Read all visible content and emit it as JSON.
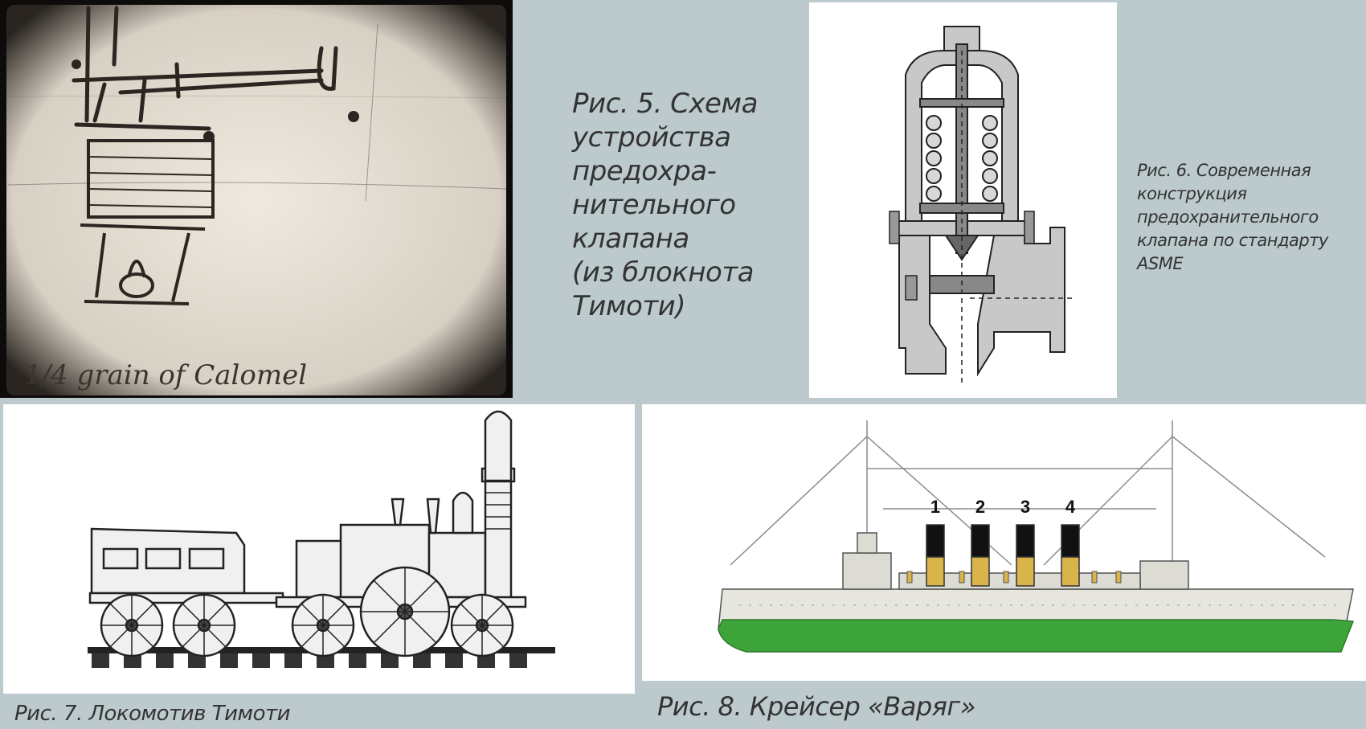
{
  "figures": {
    "fig5": {
      "caption_lines": [
        "Рис. 5. Схема",
        "устройства",
        "предохра-",
        "нительного",
        "клапана",
        "(из блокнота",
        "Тимоти)"
      ],
      "handwriting": "1/4 grain of Calomel"
    },
    "fig6": {
      "caption_lines": [
        "Рис. 6. Современная",
        "конструкция",
        "предохранительного",
        "клапана по стандарту",
        "ASME"
      ]
    },
    "fig7": {
      "caption": "Рис. 7. Локомотив Тимоти"
    },
    "fig8": {
      "caption": "Рис. 8. Крейсер «Варяг»",
      "funnel_labels": [
        "1",
        "2",
        "3",
        "4"
      ]
    }
  },
  "colors": {
    "background": "#bccacd",
    "hull_green": "#3da43a",
    "funnel_yellow": "#d8b44a",
    "funnel_black": "#111111",
    "deck_grey": "#e6e6df"
  }
}
